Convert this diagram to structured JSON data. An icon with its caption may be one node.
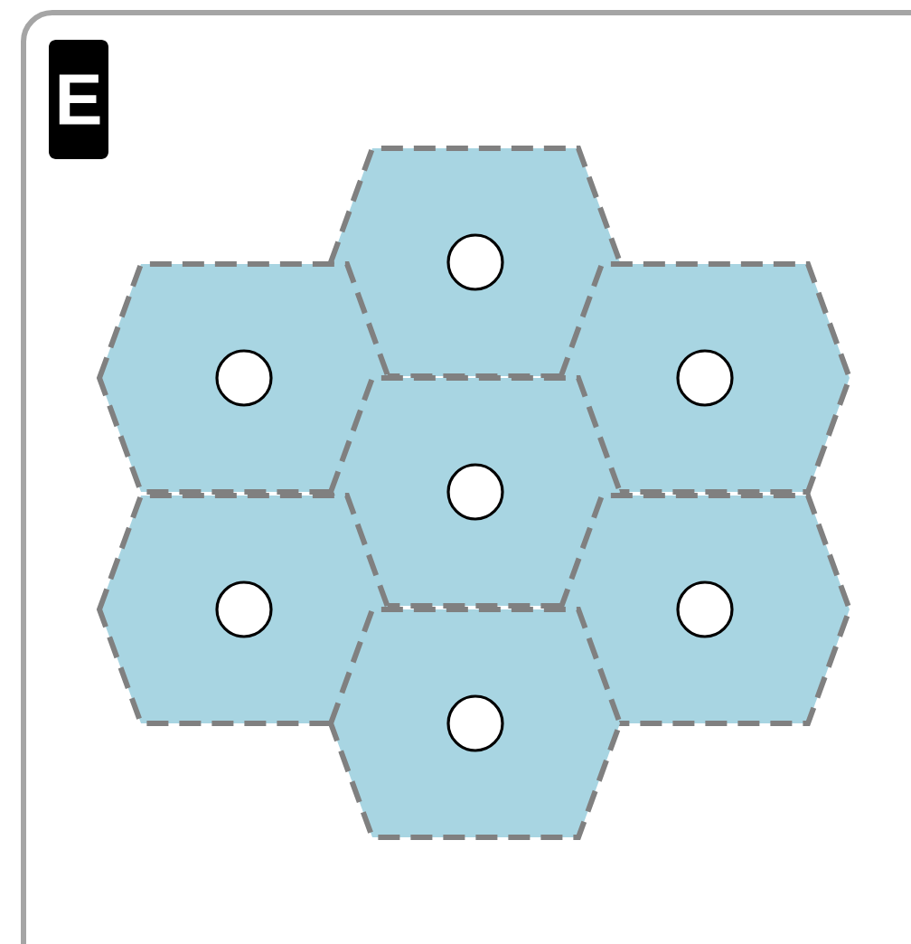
{
  "diagram": {
    "nodes": [
      {
        "text": [],
        "shape": "hexagon"
      },
      {
        "text": [],
        "shape": "circle",
        "in": 0
      },
      {
        "text": [],
        "shape": "hexagon"
      },
      {
        "text": [],
        "shape": "circle",
        "in": 2
      },
      {
        "text": [],
        "shape": "hexagon"
      },
      {
        "text": [],
        "shape": "circle",
        "in": 4
      },
      {
        "text": [],
        "shape": "hexagon"
      },
      {
        "text": [],
        "shape": "circle",
        "in": 6
      },
      {
        "text": [],
        "shape": "hexagon"
      },
      {
        "text": [],
        "shape": "circle",
        "in": 8
      },
      {
        "text": [],
        "shape": "hexagon"
      },
      {
        "text": [],
        "shape": "circle",
        "in": 10
      },
      {
        "text": [],
        "shape": "hexagon"
      },
      {
        "text": [],
        "shape": "circle",
        "in": 12
      }
    ],
    "labels": [
      "E"
    ]
  }
}
